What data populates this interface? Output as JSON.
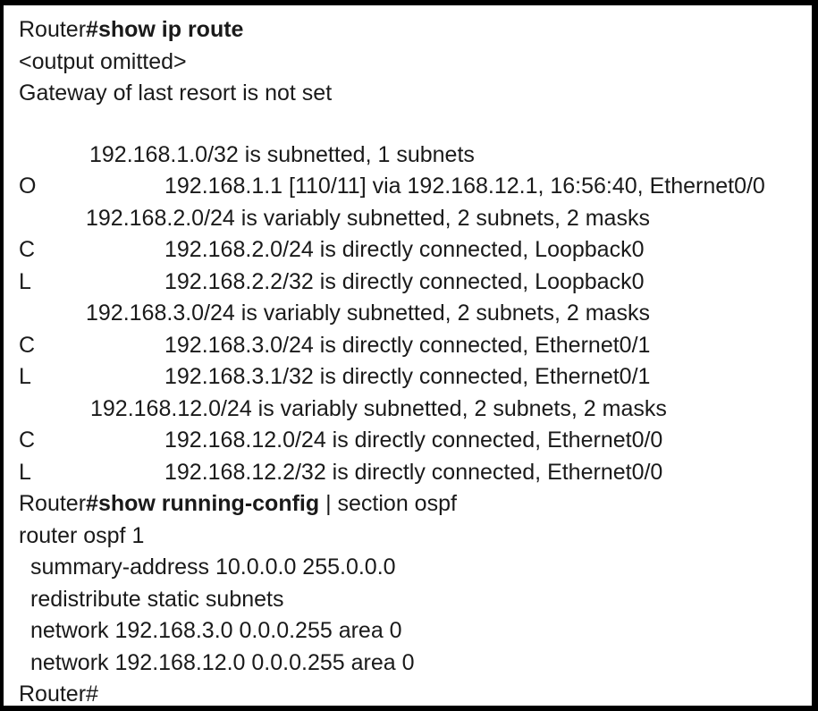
{
  "window": {
    "title": "Router CLI output",
    "background_color": "#ffffff",
    "text_color": "#1a1a1a",
    "border_color": "#000000"
  },
  "terminal": {
    "prompt": "Router",
    "lines": [
      {
        "type": "command",
        "name": "show-ip-route-command",
        "prompt": "Router",
        "command": "#show ip route"
      },
      {
        "type": "text",
        "name": "output-omitted-line",
        "text": "<output omitted>"
      },
      {
        "type": "text",
        "name": "gateway-line",
        "text": "Gateway of last resort is not set"
      },
      {
        "type": "blank",
        "name": "blank-line",
        "text": ""
      },
      {
        "type": "subnet-header",
        "name": "subnet-header-192-168-1-0",
        "indent": 1,
        "text": "192.168.1.0/32 is subnetted, 1 subnets"
      },
      {
        "type": "route",
        "name": "route-ospf-192-168-1-1",
        "code": "O",
        "text": "192.168.1.1 [110/11] via 192.168.12.1, 16:56:40, Ethernet0/0"
      },
      {
        "type": "subnet-header",
        "name": "subnet-header-192-168-2-0",
        "indent": 2,
        "text": "192.168.2.0/24 is variably subnetted, 2 subnets, 2 masks"
      },
      {
        "type": "route",
        "name": "route-connected-192-168-2-0",
        "code": "C",
        "text": "192.168.2.0/24 is directly connected, Loopback0"
      },
      {
        "type": "route",
        "name": "route-local-192-168-2-2",
        "code": "L",
        "text": "192.168.2.2/32 is directly connected, Loopback0"
      },
      {
        "type": "subnet-header",
        "name": "subnet-header-192-168-3-0",
        "indent": 2,
        "text": "192.168.3.0/24 is variably subnetted, 2 subnets, 2 masks"
      },
      {
        "type": "route",
        "name": "route-connected-192-168-3-0",
        "code": "C",
        "text": "192.168.3.0/24 is directly connected, Ethernet0/1"
      },
      {
        "type": "route",
        "name": "route-local-192-168-3-1",
        "code": "L",
        "text": "192.168.3.1/32 is directly connected, Ethernet0/1"
      },
      {
        "type": "subnet-header",
        "name": "subnet-header-192-168-12-0",
        "indent": 3,
        "text": "192.168.12.0/24 is variably subnetted, 2 subnets, 2 masks"
      },
      {
        "type": "route",
        "name": "route-connected-192-168-12-0",
        "code": "C",
        "text": "192.168.12.0/24 is directly connected, Ethernet0/0"
      },
      {
        "type": "route",
        "name": "route-local-192-168-12-2",
        "code": "L",
        "text": "192.168.12.2/32 is directly connected, Ethernet0/0"
      },
      {
        "type": "command",
        "name": "show-running-config-command",
        "prompt": "Router",
        "command": "#show running-config",
        "suffix": " | section ospf"
      },
      {
        "type": "text",
        "name": "config-router-ospf-line",
        "text": "router ospf 1"
      },
      {
        "type": "config",
        "name": "config-summary-address-line",
        "text": "summary-address 10.0.0.0 255.0.0.0"
      },
      {
        "type": "config",
        "name": "config-redistribute-line",
        "text": "redistribute static subnets"
      },
      {
        "type": "config",
        "name": "config-network-192-168-3-0-line",
        "text": "network 192.168.3.0 0.0.0.255 area 0"
      },
      {
        "type": "config",
        "name": "config-network-192-168-12-0-line",
        "text": "network 192.168.12.0 0.0.0.255 area 0"
      },
      {
        "type": "text",
        "name": "final-prompt-line",
        "text": "Router#"
      }
    ]
  }
}
